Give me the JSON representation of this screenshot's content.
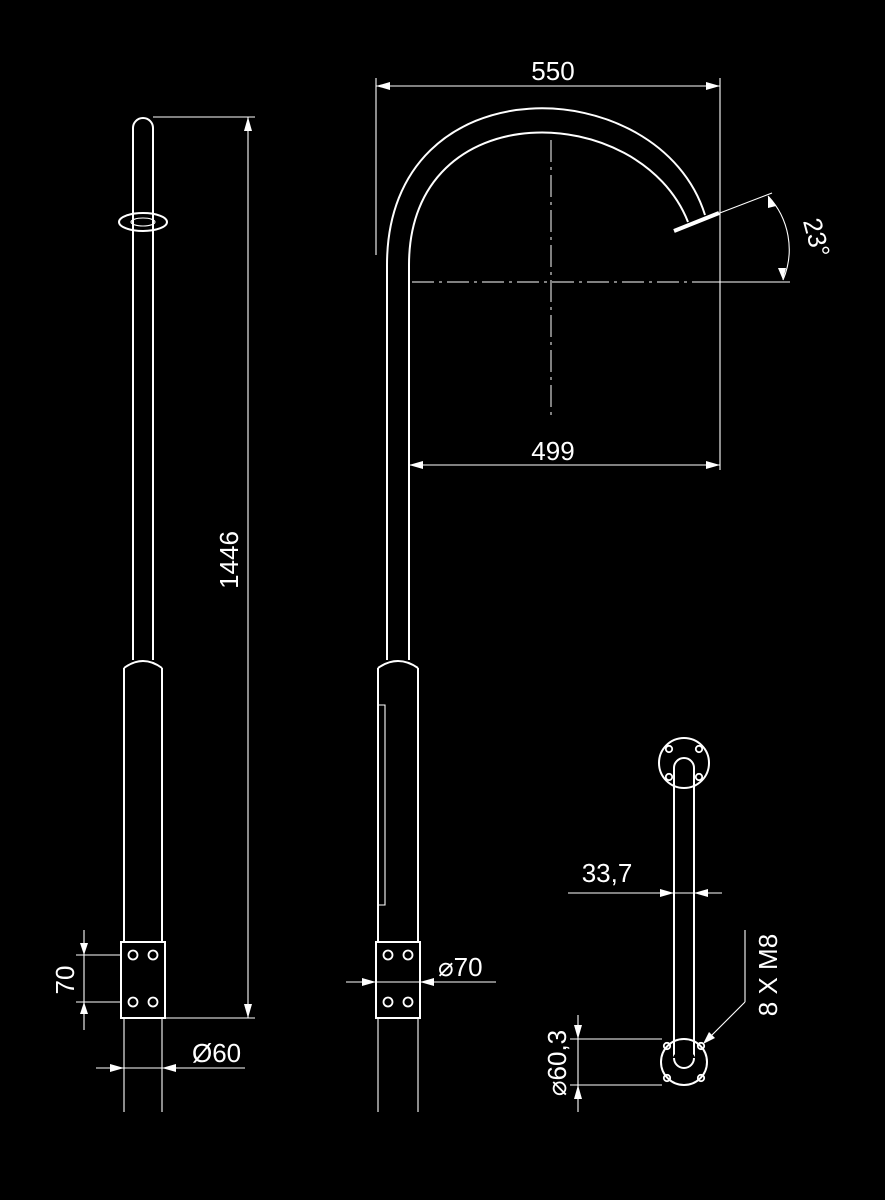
{
  "drawing": {
    "background": "#000000",
    "line_color": "#ffffff",
    "dimensions": {
      "width_top": "550",
      "reach": "499",
      "angle": "23°",
      "pole_height": "1446",
      "base_clamp_height": "70",
      "pole_diameter": "Ø60",
      "sleeve_diameter": "⌀70",
      "bracket_diameter": "33,7",
      "flange_diameter": "⌀60,3",
      "bolts": "8 X M8"
    }
  }
}
